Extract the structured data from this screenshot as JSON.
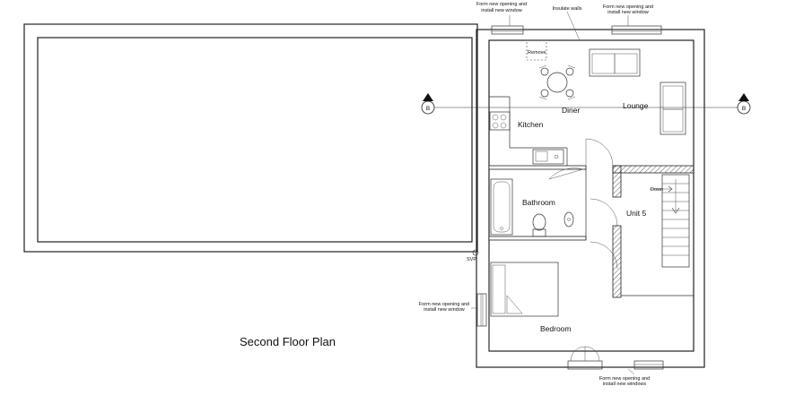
{
  "plan": {
    "title": "Second Floor Plan",
    "rooms": {
      "kitchen": "Kitchen",
      "diner": "Diner",
      "lounge": "Lounge",
      "bathroom": "Bathroom",
      "unit": "Unit 5",
      "bedroom": "Bedroom"
    },
    "notes": {
      "window_top_left_1": "Form new opening and",
      "window_top_left_2": "install new window",
      "insulate": "Insulate walls",
      "window_top_right_1": "Form new opening and",
      "window_top_right_2": "install new window",
      "remove": "Remove",
      "window_side_1": "Form new opening and",
      "window_side_2": "install new window",
      "window_bottom_1": "Form new opening and",
      "window_bottom_2": "install new windows",
      "down": "Down",
      "svp": "SVP"
    },
    "section_marks": {
      "left": "B",
      "right": "B"
    }
  }
}
